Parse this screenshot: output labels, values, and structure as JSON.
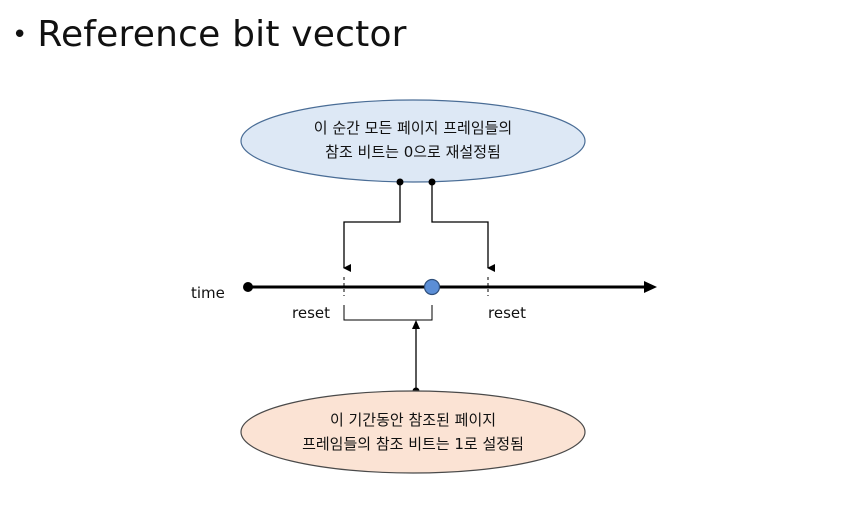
{
  "slide": {
    "bullet": "•",
    "title": "Reference bit vector"
  },
  "diagram": {
    "top_callout": {
      "line1": "이 순간 모든 페이지 프레임들의",
      "line2": "참조 비트는 0으로 재설정됨",
      "fill": "#dde8f5",
      "stroke": "#4a6d96"
    },
    "bottom_callout": {
      "line1": "이 기간동안 참조된 페이지",
      "line2": "프레임들의 참조 비트는 1로 설정됨",
      "fill": "#fbe3d4",
      "stroke": "#4a4a4a"
    },
    "axis_label": "time",
    "reset_label_left": "reset",
    "reset_label_right": "reset",
    "current_point_color": "#5b8ed6",
    "line_color": "#000000"
  }
}
